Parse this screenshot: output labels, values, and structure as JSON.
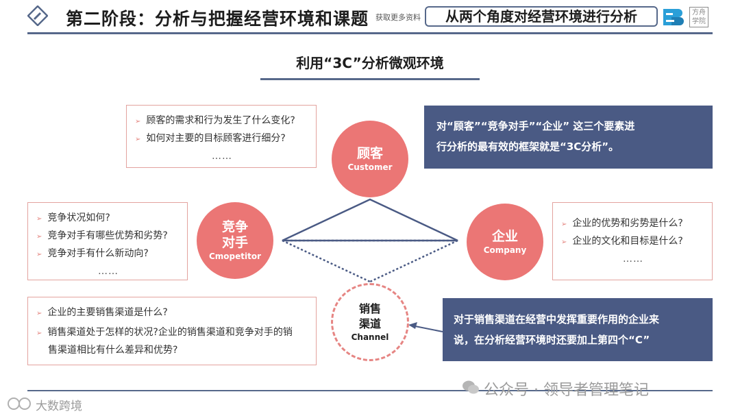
{
  "header": {
    "title": "第二阶段：分析与把握经营环境和课题",
    "overlay_text": "获取更多资料",
    "subtitle": "从两个角度对经营环境进行分析",
    "stamp_text": "方舟学院"
  },
  "section": {
    "title": "利用“3C”分析微观环境"
  },
  "circles": {
    "customer": {
      "cn": "顾客",
      "en": "Customer"
    },
    "competitor": {
      "cn1": "竞争",
      "cn2": "对手",
      "en": "Cmopetitor"
    },
    "company": {
      "cn": "企业",
      "en": "Company"
    },
    "channel": {
      "cn1": "销售",
      "cn2": "渠道",
      "en": "Channel"
    }
  },
  "boxes": {
    "customer": {
      "lines": [
        "顾客的需求和行为发生了什么变化?",
        "如何对主要的目标顾客进行细分?"
      ],
      "dots": "……"
    },
    "competitor": {
      "lines": [
        "竞争状况如何?",
        "竞争对手有哪些优势和劣势?",
        "竞争对手有什么新动向?"
      ],
      "dots": "……"
    },
    "company": {
      "lines": [
        "企业的优势和劣势是什么?",
        "企业的文化和目标是什么?"
      ],
      "dots": "……"
    },
    "channel": {
      "lines": [
        "企业的主要销售渠道是什么?",
        "销售渠道处于怎样的状况?企业的销售渠道和竞争对手的销",
        "售渠道相比有什么差异和优势?"
      ]
    }
  },
  "notes": {
    "three_c": {
      "line1": "对“顾客”“竞争对手”“企业” 这三个要素进",
      "line2": "行分析的最有效的框架就是“3C分析”。"
    },
    "fourth_c": {
      "line1": "对于销售渠道在经营中发挥重要作用的企业来",
      "line2": "说，在分析经营环境时还要加上第四个“C”"
    }
  },
  "watermarks": {
    "wechat": "公众号 · 领导者管理笔记",
    "bottom": "大数跨境"
  },
  "colors": {
    "accent_navy": "#4a5a84",
    "accent_coral": "#eb7675",
    "box_border": "#e3a29e"
  },
  "icons": {
    "header": "pencil-icon",
    "logo": "brand-logo-icon",
    "arrow": "arrow-right-icon",
    "wechat": "wechat-icon"
  }
}
